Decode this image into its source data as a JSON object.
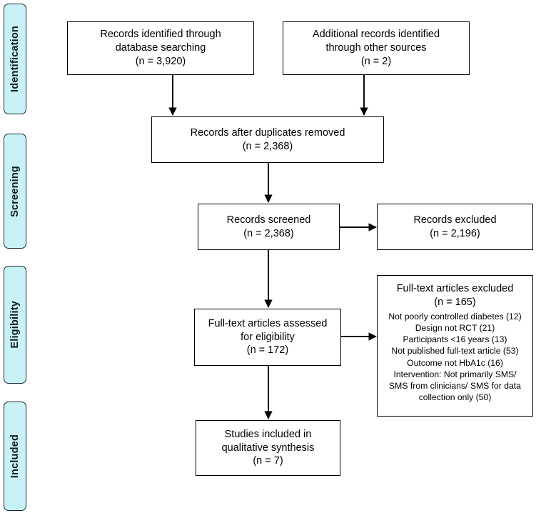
{
  "diagram": {
    "title": "PRISMA study selection flow diagram",
    "type": "flowchart",
    "accent_color": "#c9f2f7",
    "border_color": "#000000",
    "stage_border_color": "#15262e"
  },
  "stages": [
    {
      "label": "Identification"
    },
    {
      "label": "Screening"
    },
    {
      "label": "Eligibility"
    },
    {
      "label": "Included"
    }
  ],
  "nodes": {
    "records_identified_db": {
      "lines": [
        "Records identified through",
        "database searching",
        "(n = 3,920)"
      ]
    },
    "additional_records": {
      "lines": [
        "Additional records identified",
        "through other sources",
        "(n = 2)"
      ]
    },
    "after_duplicates": {
      "lines": [
        "Records after duplicates removed",
        "(n = 2,368)"
      ]
    },
    "records_screened": {
      "lines": [
        "Records screened",
        "(n = 2,368)"
      ]
    },
    "records_excluded": {
      "lines": [
        "Records excluded",
        "(n = 2,196)"
      ]
    },
    "fulltext_assessed": {
      "lines": [
        "Full-text articles assessed",
        "for eligibility",
        "(n = 172)"
      ]
    },
    "fulltext_excluded": {
      "heading": [
        "Full-text articles excluded",
        "(n = 165)"
      ],
      "reasons": [
        "Not poorly controlled diabetes (12)",
        "Design not RCT (21)",
        "Participants <16 years (13)",
        "Not published full-text article (53)",
        "Outcome not HbA1c (16)",
        "Intervention: Not primarily SMS/",
        "SMS from clinicians/ SMS for data",
        "collection only (50)"
      ]
    },
    "studies_included": {
      "lines": [
        "Studies included in",
        "qualitative synthesis",
        "(n = 7)"
      ]
    }
  },
  "chart_data": {
    "type": "flow",
    "title": "PRISMA flow of information through the review",
    "stages": [
      "Identification",
      "Screening",
      "Eligibility",
      "Included"
    ],
    "counts": {
      "records_identified_database_searching": 3920,
      "additional_records_other_sources": 2,
      "records_after_duplicates_removed": 2368,
      "records_screened": 2368,
      "records_excluded": 2196,
      "full_text_articles_assessed": 172,
      "full_text_articles_excluded": 165,
      "studies_included_qualitative_synthesis": 7
    },
    "exclusion_reasons": [
      {
        "reason": "Not poorly controlled diabetes",
        "count": 12
      },
      {
        "reason": "Design not RCT",
        "count": 21
      },
      {
        "reason": "Participants <16 years",
        "count": 13
      },
      {
        "reason": "Not published full-text article",
        "count": 53
      },
      {
        "reason": "Outcome not HbA1c",
        "count": 16
      },
      {
        "reason": "Intervention: Not primarily SMS/ SMS from clinicians/ SMS for data collection only",
        "count": 50
      }
    ]
  }
}
